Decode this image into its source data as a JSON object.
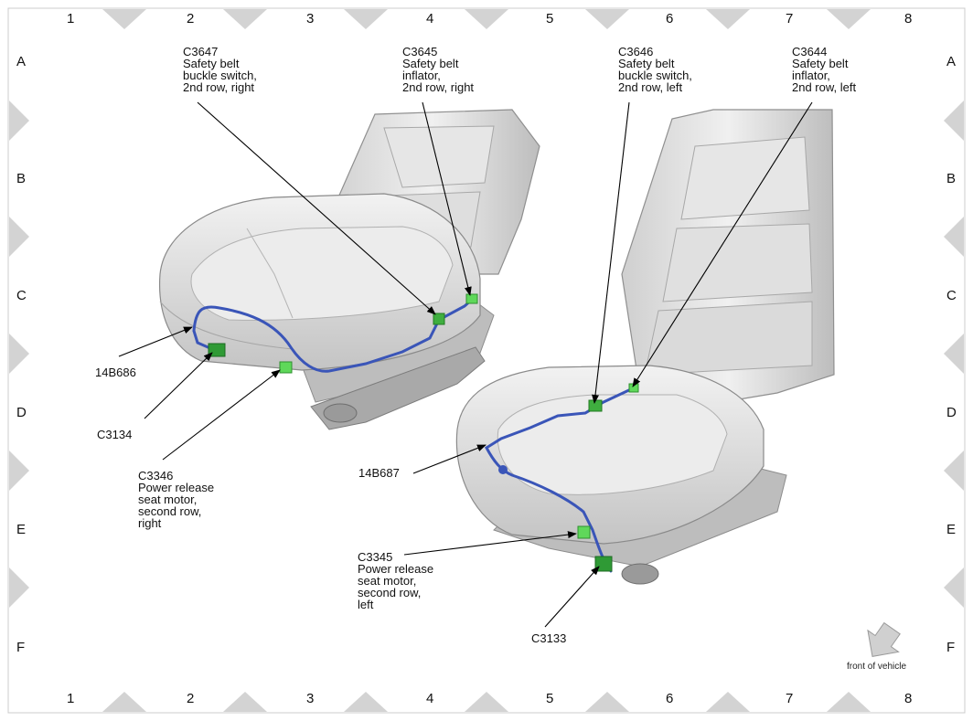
{
  "grid": {
    "columns": [
      "1",
      "2",
      "3",
      "4",
      "5",
      "6",
      "7",
      "8"
    ],
    "rows": [
      "A",
      "B",
      "C",
      "D",
      "E",
      "F"
    ]
  },
  "callouts": [
    {
      "code": "C3647",
      "desc": [
        "Safety belt",
        "buckle switch,",
        "2nd row, right"
      ]
    },
    {
      "code": "C3645",
      "desc": [
        "Safety belt",
        "inflator,",
        "2nd row, right"
      ]
    },
    {
      "code": "C3646",
      "desc": [
        "Safety belt",
        "buckle switch,",
        "2nd row, left"
      ]
    },
    {
      "code": "C3644",
      "desc": [
        "Safety belt",
        "inflator,",
        "2nd row, left"
      ]
    },
    {
      "code": "14B686",
      "desc": []
    },
    {
      "code": "C3134",
      "desc": []
    },
    {
      "code": "C3346",
      "desc": [
        "Power release",
        "seat motor,",
        "second row,",
        "right"
      ]
    },
    {
      "code": "14B687",
      "desc": []
    },
    {
      "code": "C3345",
      "desc": [
        "Power release",
        "seat motor,",
        "second row,",
        "left"
      ]
    },
    {
      "code": "C3133",
      "desc": []
    }
  ],
  "orientation_label": "front of vehicle",
  "colors": {
    "harness": "#3a55b8",
    "connector_light": "#5fd85a",
    "connector_dark": "#2f9a35",
    "seat": "#d9d9d9",
    "frame_marker": "#d3d3d3"
  }
}
